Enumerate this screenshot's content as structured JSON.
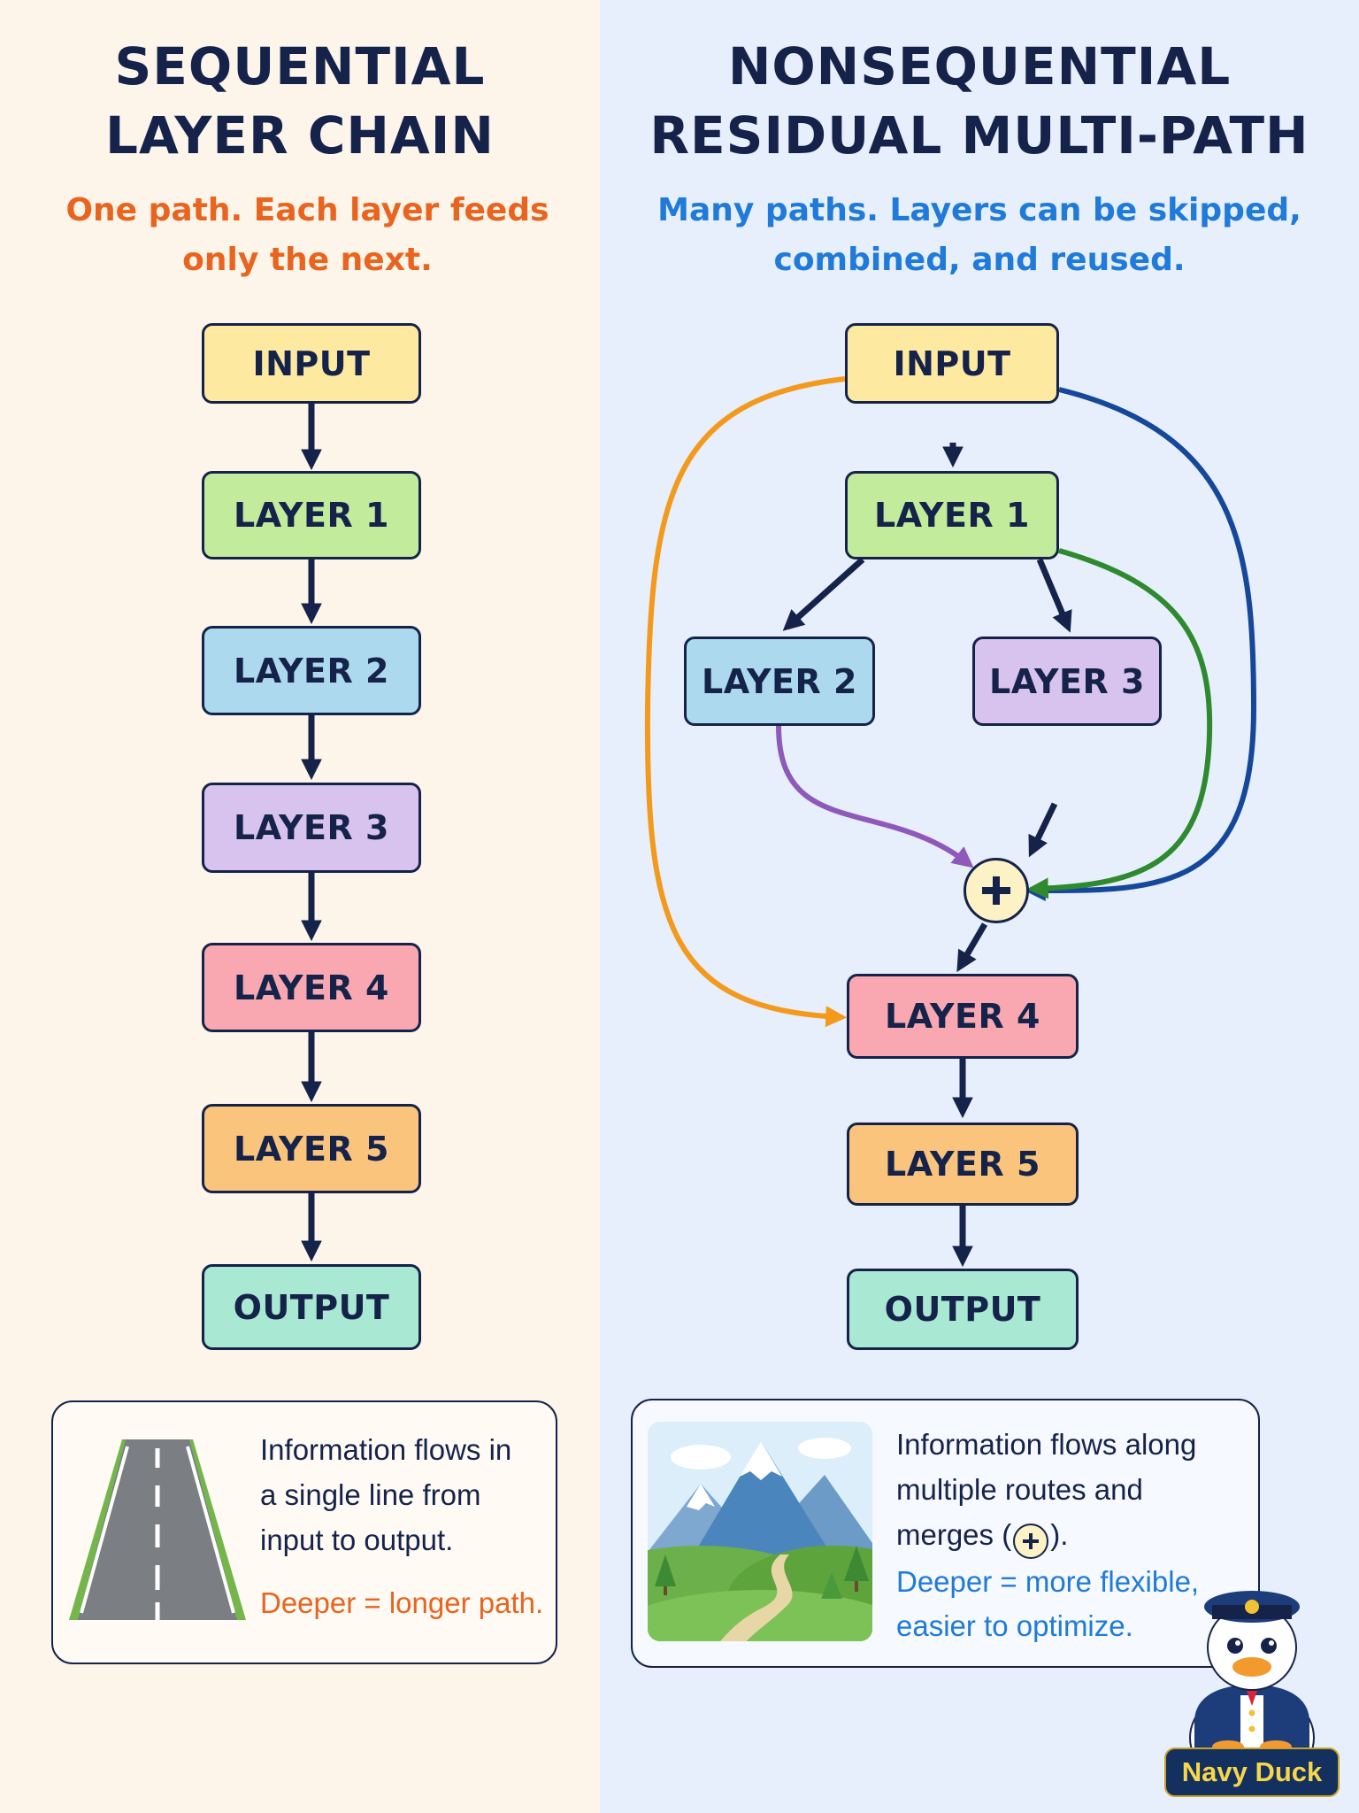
{
  "left": {
    "title_lines": [
      "SEQUENTIAL",
      "LAYER CHAIN"
    ],
    "subtitle_lines": [
      "One path. Each layer feeds",
      "only the next."
    ],
    "nodes": [
      "INPUT",
      "LAYER 1",
      "LAYER 2",
      "LAYER 3",
      "LAYER 4",
      "LAYER 5",
      "OUTPUT"
    ],
    "card": {
      "lines": [
        "Information flows in",
        "a single line from",
        "input to output."
      ],
      "accent": "Deeper = longer path.",
      "image": "road-icon"
    }
  },
  "right": {
    "title_lines": [
      "NONSEQUENTIAL",
      "RESIDUAL MULTI-PATH"
    ],
    "subtitle_lines": [
      "Many paths. Layers can be skipped,",
      "combined, and reused."
    ],
    "nodes": {
      "input": "INPUT",
      "layer1": "LAYER 1",
      "layer2": "LAYER 2",
      "layer3": "LAYER 3",
      "layer4": "LAYER 4",
      "layer5": "LAYER 5",
      "output": "OUTPUT"
    },
    "merge_symbol": "+",
    "card": {
      "line1": "Information flows along",
      "line2": "multiple routes and",
      "line3_prefix": "merges (",
      "line3_suffix": ").",
      "accent_lines": [
        "Deeper = more flexible,",
        "easier to optimize."
      ],
      "image": "mountain-path-icon"
    }
  },
  "brand": {
    "name": "Navy Duck"
  },
  "colors": {
    "navy": "#15234a",
    "orange_text": "#e8641f",
    "blue_text": "#1f7ad9",
    "skip_orange": "#f39a1d",
    "skip_blue": "#15489a",
    "skip_green": "#2f8a2f",
    "merge_purple": "#8e59ba"
  }
}
